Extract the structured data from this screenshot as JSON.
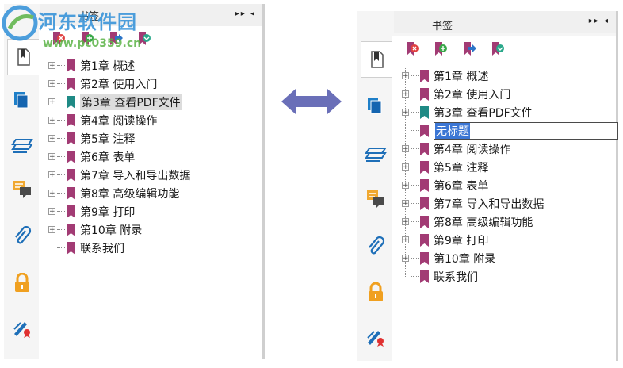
{
  "watermark": {
    "name": "河东软件园",
    "url": "www.pc0359.cn"
  },
  "left_panel": {
    "title": "书签",
    "controls": "▸▸ ◂",
    "tree": [
      {
        "label": "第1章 概述",
        "expander": true,
        "color": "#a23b74"
      },
      {
        "label": "第2章 使用入门",
        "expander": true,
        "color": "#a23b74"
      },
      {
        "label": "第3章 查看PDF文件",
        "expander": true,
        "color": "#1f8a85",
        "selected": true
      },
      {
        "label": "第4章 阅读操作",
        "expander": true,
        "color": "#a23b74"
      },
      {
        "label": "第5章 注释",
        "expander": true,
        "color": "#a23b74"
      },
      {
        "label": "第6章 表单",
        "expander": true,
        "color": "#a23b74"
      },
      {
        "label": "第7章 导入和导出数据",
        "expander": true,
        "color": "#a23b74"
      },
      {
        "label": "第8章 高级编辑功能",
        "expander": true,
        "color": "#a23b74"
      },
      {
        "label": "第9章 打印",
        "expander": true,
        "color": "#a23b74"
      },
      {
        "label": "第10章 附录",
        "expander": true,
        "color": "#a23b74"
      },
      {
        "label": "联系我们",
        "expander": false,
        "color": "#a23b74"
      }
    ]
  },
  "right_panel": {
    "title": "书签",
    "controls": "▸▸ ◂",
    "edit_value": "无标题",
    "tree": [
      {
        "label": "第1章 概述",
        "expander": true,
        "color": "#a23b74"
      },
      {
        "label": "第2章 使用入门",
        "expander": true,
        "color": "#a23b74"
      },
      {
        "label": "第3章 查看PDF文件",
        "expander": true,
        "color": "#1f8a85"
      },
      {
        "label": "",
        "expander": false,
        "color": "#a23b74",
        "editing": true
      },
      {
        "label": "第4章 阅读操作",
        "expander": true,
        "color": "#a23b74"
      },
      {
        "label": "第5章 注释",
        "expander": true,
        "color": "#a23b74"
      },
      {
        "label": "第6章 表单",
        "expander": true,
        "color": "#a23b74"
      },
      {
        "label": "第7章 导入和导出数据",
        "expander": true,
        "color": "#a23b74"
      },
      {
        "label": "第8章 高级编辑功能",
        "expander": true,
        "color": "#a23b74"
      },
      {
        "label": "第9章 打印",
        "expander": true,
        "color": "#a23b74"
      },
      {
        "label": "第10章 附录",
        "expander": true,
        "color": "#a23b74"
      },
      {
        "label": "联系我们",
        "expander": false,
        "color": "#a23b74"
      }
    ]
  },
  "toolbar_icons": [
    "delete-bookmark-icon",
    "add-bookmark-icon",
    "move-bookmark-icon",
    "bookmark-down-icon"
  ],
  "side_tabs": [
    "bookmarks-icon",
    "pages-icon",
    "layers-icon",
    "comments-icon",
    "attachments-icon",
    "security-icon",
    "signatures-icon"
  ],
  "colors": {
    "bookmark": "#a23b74",
    "bookmark_current": "#1f8a85",
    "accent": "#3b76d4",
    "arrow": "#6a6fb8"
  }
}
